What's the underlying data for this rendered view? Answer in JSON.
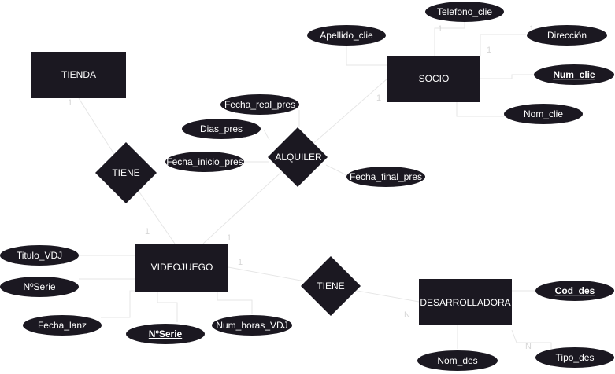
{
  "entities": {
    "tienda": "TIENDA",
    "socio": "SOCIO",
    "videojuego": "VIDEOJUEGO",
    "desarrolladora": "DESARROLLADORA"
  },
  "relationships": {
    "tiene_tienda": "TIENE",
    "alquiler": "ALQUILER",
    "tiene_desarrolladora": "TIENE"
  },
  "attributes": {
    "telefono_clie": "Telefono_clie",
    "apellido_clie": "Apellido_clie",
    "direccion": "Dirección",
    "num_clie": "Num_clie",
    "nom_clie": "Nom_clie",
    "fecha_real_pres": "Fecha_real_pres",
    "dias_pres": "Dias_pres",
    "fecha_inicio_pres": "Fecha_inicio_pres",
    "fecha_final_pres": "Fecha_final_pres",
    "titulo_vdj": "Titulo_VDJ",
    "nserie": "NºSerie",
    "fecha_lanz": "Fecha_lanz",
    "nserie_key": "NºSerie",
    "num_horas_vdj": "Num_horas_VDJ",
    "cod_des": "Cod_des",
    "nom_des": "Nom_des",
    "tipo_des": "Tipo_des"
  },
  "cardinalities": {
    "c1": "1",
    "c2": "1",
    "c3": "1",
    "c4": "1",
    "c5": "1",
    "c6": "1",
    "c7": "1",
    "c8": "1",
    "c9": "N",
    "c10": "N"
  },
  "colors": {
    "shape_fill": "#1b1821",
    "text": "#ffffff",
    "connector": "#e6e6e6"
  }
}
